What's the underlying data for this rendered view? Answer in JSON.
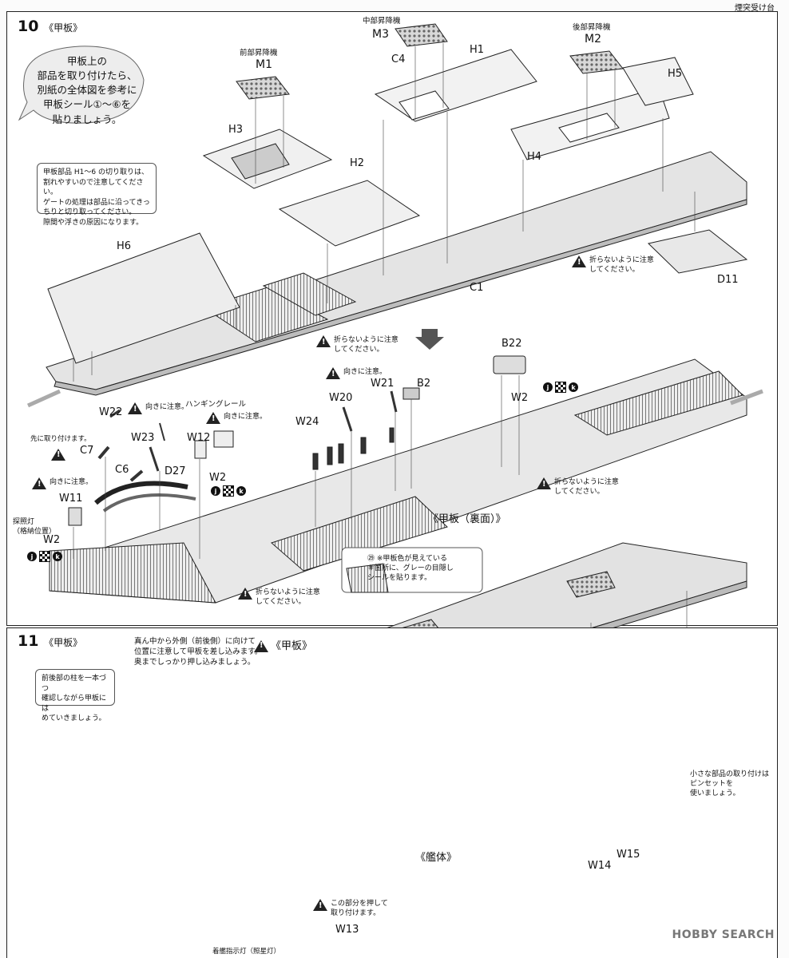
{
  "top_label": "煙突受け台",
  "step10": {
    "number": "10",
    "title": "《甲板》",
    "bubble_lines": [
      "甲板上の",
      "部品を取り付けたら、",
      "別紙の全体図を参考に",
      "甲板シール①～⑥を",
      "貼りましょう。"
    ],
    "cut_note_lines": [
      "甲板部品 H1～6 の切り取りは、",
      "割れやすいので注意してください。",
      "ゲートの処理は部品に沿ってきっ",
      "ちりと切り取ってください。",
      "隙間や浮きの原因になります。"
    ],
    "lift_front_label": "前部昇降機",
    "lift_mid_label": "中部昇降機",
    "lift_rear_label": "後部昇降機",
    "parts": {
      "M1": "M1",
      "M2": "M2",
      "M3": "M3",
      "C4": "C4",
      "H1": "H1",
      "H2": "H2",
      "H3": "H3",
      "H4": "H4",
      "H5": "H5",
      "H6": "H6",
      "C1": "C1",
      "D11": "D11",
      "B22": "B22",
      "B2": "B2",
      "W2": "W2",
      "W20": "W20",
      "W21": "W21",
      "W22": "W22",
      "W23": "W23",
      "W24": "W24",
      "W12": "W12",
      "W11": "W11",
      "C6": "C6",
      "C7": "C7",
      "D27": "D27"
    },
    "warn_no_fold": [
      "折らないように注意",
      "してください。"
    ],
    "warn_direction": "向きに注意。",
    "hanging_rail": "ハンギングレール",
    "attach_first": "先に取り付けます。",
    "searchlight_lines": [
      "探照灯",
      "（格納位置）"
    ],
    "deck_underside": "《甲板（裏面）》",
    "decal_note_number": "㉙",
    "decal_note_lines": [
      "※甲板色が見えている",
      "＃箇所に、グレーの目隠し",
      "シールを貼ります。"
    ],
    "chip_j": "j",
    "chip_k": "k"
  },
  "step11": {
    "number": "11",
    "title": "《甲板》",
    "title2": "《甲板》",
    "instruction_lines": [
      "真ん中から外側（前後側）に向けて",
      "位置に注意して甲板を差し込みます。",
      "奥までしっかり押し込みましょう。"
    ],
    "pillar_note_lines": [
      "前後部の柱を一本づつ",
      "確認しながら甲板には",
      "めていきましょう。"
    ],
    "hull_label": "《艦体》",
    "tweezers_note_lines": [
      "小さな部品の取り付けは",
      "ピンセットを",
      "使いましょう。"
    ],
    "parts": {
      "W13": "W13",
      "W14": "W14",
      "W15": "W15"
    },
    "press_note_lines": [
      "この部分を押して",
      "取り付けます。"
    ],
    "landing_light": "着艦指示灯（照星灯）"
  },
  "watermark": "HOBBY SEARCH",
  "colors": {
    "deck": "#e6e6e6",
    "line": "#222222",
    "hull": "#f4f4f4"
  }
}
